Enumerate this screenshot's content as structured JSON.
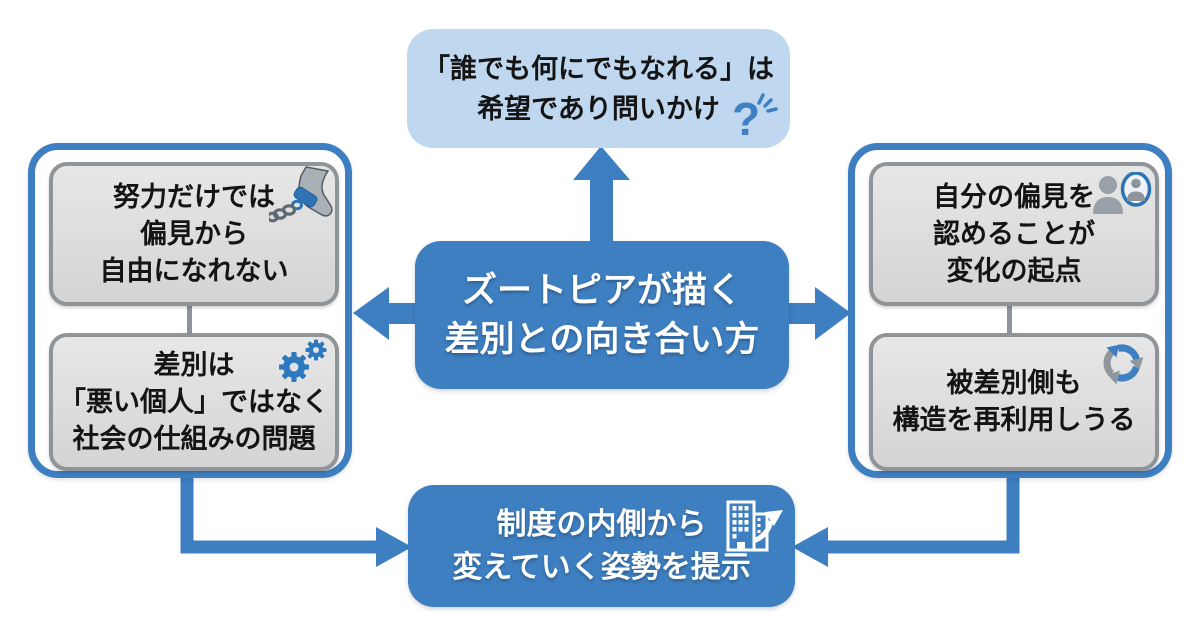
{
  "colors": {
    "primary_blue": "#3e7fc1",
    "light_blue": "#c0d8ef",
    "box_gray_fill": "#dcdcdc",
    "box_gray_border": "#8f9499",
    "icon_blue": "#2e74b5",
    "icon_gray": "#9aa0a6",
    "text_dark": "#141414",
    "text_white": "#ffffff"
  },
  "top_box": {
    "lines": [
      "「誰でも何にでもなれる」は",
      "希望であり問いかけ"
    ],
    "icon": "question-sparkle-icon"
  },
  "center_box": {
    "lines": [
      "ズートピアが描く",
      "差別との向き合い方"
    ]
  },
  "left_panel": {
    "box1": {
      "lines": [
        "努力だけでは",
        "偏見から",
        "自由になれない"
      ],
      "icon": "ankle-chain-icon"
    },
    "box2": {
      "lines": [
        "差別は",
        "「悪い個人」ではなく",
        "社会の仕組みの問題"
      ],
      "icon": "gears-icon"
    }
  },
  "right_panel": {
    "box1": {
      "lines": [
        "自分の偏見を",
        "認めることが",
        "変化の起点"
      ],
      "icon": "self-reflection-mirror-icon"
    },
    "box2": {
      "lines": [
        "被差別側も",
        "構造を再利用しうる"
      ],
      "icon": "recycle-icon"
    }
  },
  "bottom_box": {
    "lines": [
      "制度の内側から",
      "変えていく姿勢を提示"
    ],
    "icon": "building-reform-arrow-icon"
  },
  "icons": {
    "question_glyph": "?"
  }
}
